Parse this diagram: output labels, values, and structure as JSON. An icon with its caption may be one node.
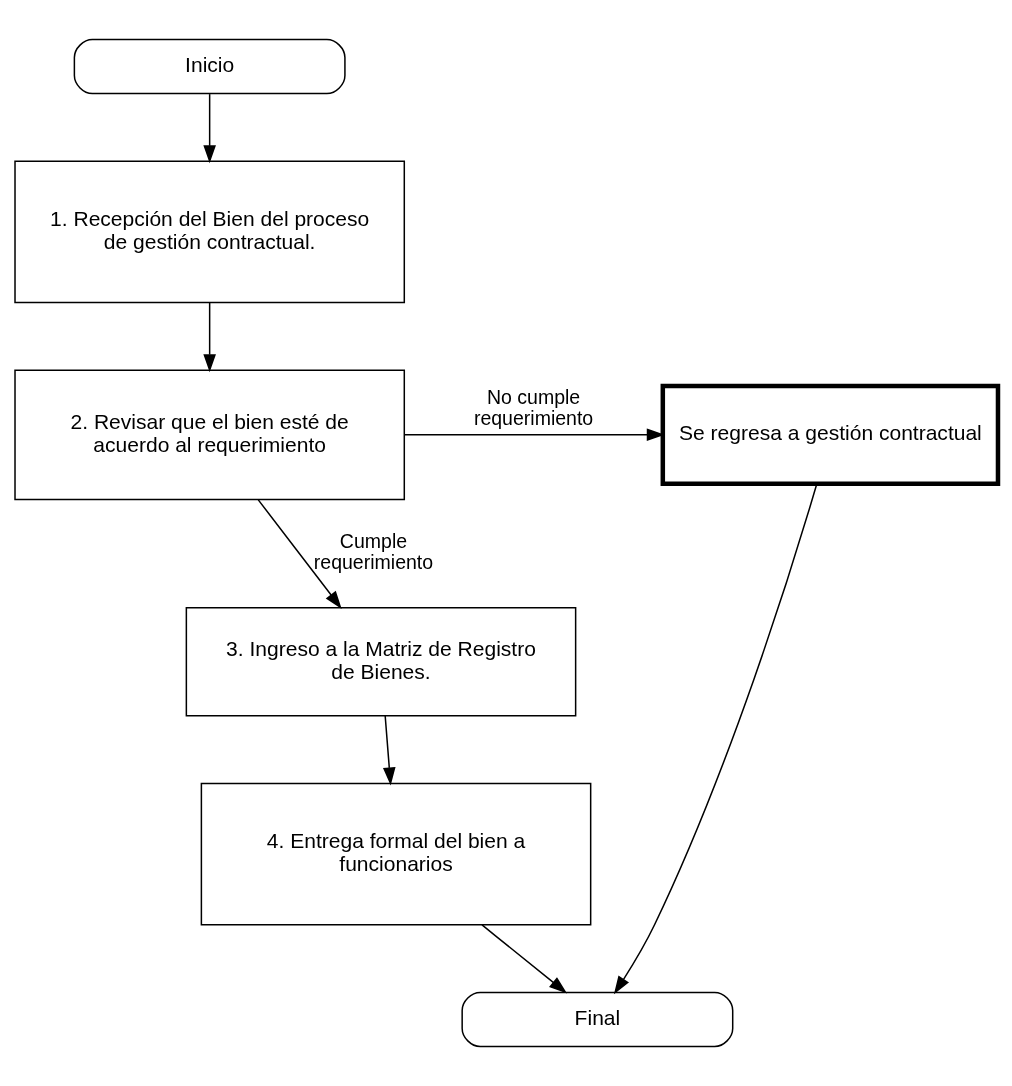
{
  "diagram": {
    "nodes": [
      {
        "text": [
          "Inicio"
        ]
      },
      {
        "text": [
          "1. Recepción del Bien del proceso de gestión contractual."
        ]
      },
      {
        "text": [
          "2. Revisar que el bien esté de acuerdo al requerimiento"
        ]
      },
      {
        "text": [
          "Se regresa a gestión contractual"
        ]
      },
      {
        "text": [
          "3. Ingreso a la Matriz de Registro de Bienes."
        ]
      },
      {
        "text": [
          "4. Entrega formal del bien a funcionarios"
        ]
      },
      {
        "text": [
          "Final"
        ]
      }
    ],
    "edges": [
      {
        "from": 0,
        "to": 1,
        "arrow": "to"
      },
      {
        "from": 1,
        "to": 2,
        "arrow": "to"
      },
      {
        "from": 2,
        "to": 3,
        "arrow": "to",
        "label": "No cumple requerimiento"
      },
      {
        "from": 2,
        "to": 4,
        "arrow": "to",
        "label": "Cumple requerimiento"
      },
      {
        "from": 4,
        "to": 5,
        "arrow": "to"
      },
      {
        "from": 5,
        "to": 6,
        "arrow": "to"
      },
      {
        "from": 3,
        "to": 6,
        "arrow": "to"
      }
    ]
  }
}
